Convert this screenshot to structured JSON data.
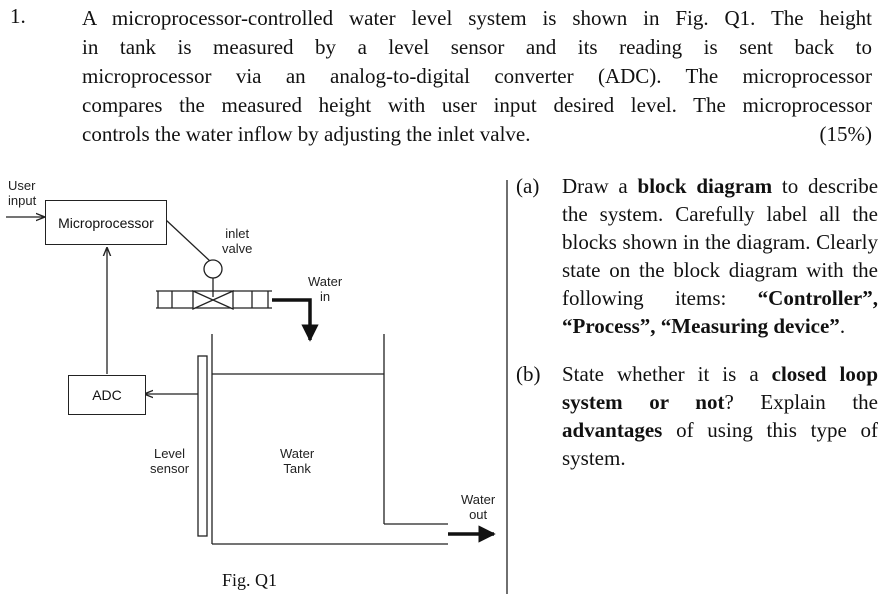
{
  "question": {
    "number": "1.",
    "intro_lines": [
      "A microprocessor-controlled water level system is shown in Fig. Q1. The height",
      "in tank is measured by a level sensor and its reading is sent back to",
      "microprocessor via an analog-to-digital converter (ADC). The microprocessor",
      "compares the measured height with user input desired level. The microprocessor"
    ],
    "intro_last_line": "controls the water inflow by adjusting the inlet valve.",
    "marks": "(15%)"
  },
  "figure": {
    "caption": "Fig. Q1",
    "labels": {
      "user_input": "User\ninput",
      "microprocessor": "Microprocessor",
      "inlet_valve": "inlet\nvalve",
      "water_in": "Water\nin",
      "adc": "ADC",
      "level_sensor": "Level\nsensor",
      "water_tank": "Water\nTank",
      "water_out": "Water\nout"
    }
  },
  "parts": {
    "a": {
      "label": "(a)",
      "t1": "Draw a ",
      "b1": "block diagram",
      "t2": " to describe the system. Carefully label all the blocks shown in the diagram. Clearly state on the block diagram with the following items: ",
      "b2": "“Controller”, “Process”, “Measuring device”",
      "t3": "."
    },
    "b": {
      "label": "(b)",
      "t1": "State whether it is a ",
      "b1": "closed loop system or not",
      "t2": "? Explain the ",
      "b2": "advantages",
      "t3": " of using this type of system."
    }
  }
}
